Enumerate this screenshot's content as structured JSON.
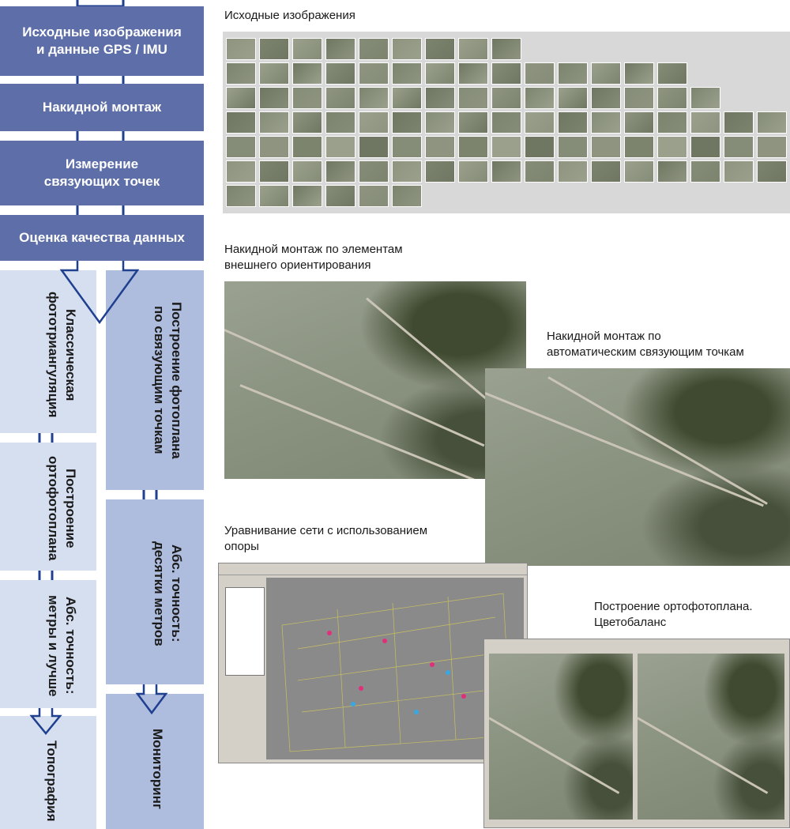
{
  "flow": {
    "steps": [
      "Исходные изображения\nи данные GPS / IMU",
      "Накидной монтаж",
      "Измерение\nсвязующих точек",
      "Оценка качества данных"
    ],
    "left_branch": [
      "Классическая\nфототриангуляция",
      "Построение\nортофотоплана",
      "Абс. точность:\nметры и лучше",
      "Топография"
    ],
    "right_branch": [
      "Построение фотоплана\nпо связующим точкам",
      "Абс. точность:\nдесятки метров",
      "Мониторинг"
    ]
  },
  "captions": {
    "source_images": "Исходные изображения",
    "mosaic_eo": "Накидной монтаж по элементам\nвнешнего ориентирования",
    "mosaic_auto": "Накидной монтаж по\nавтоматическим связующим точкам",
    "adjustment": "Уравнивание сети с использованием\nопоры",
    "ortho": "Построение ортофотоплана.\nЦветобаланс"
  },
  "colors": {
    "step_dark": "#5d6ea8",
    "box_mid": "#aebcdd",
    "box_light": "#d6dff0",
    "connector": "#1f3f8f"
  },
  "thumbnail_rows": [
    9,
    14,
    15,
    17,
    17,
    17,
    6
  ]
}
